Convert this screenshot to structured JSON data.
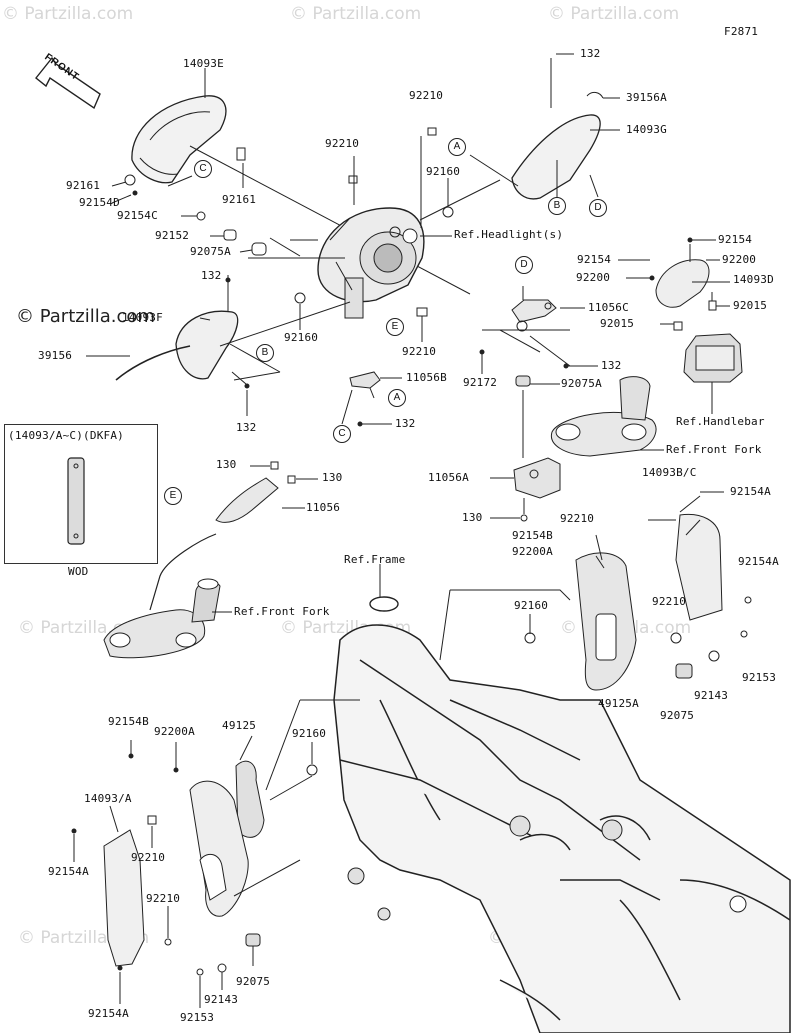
{
  "figure_code": "F2871",
  "front_label": "FRONT",
  "watermarks": [
    "© Partzilla.com"
  ],
  "inset": {
    "title": "(14093/A~C)(DKFA)",
    "caption": "WOD"
  },
  "callouts": [
    "A",
    "B",
    "C",
    "D",
    "E"
  ],
  "labels": {
    "l132a": "132",
    "l39156A": "39156A",
    "l14093G": "14093G",
    "l14093E": "14093E",
    "l92210a": "92210",
    "l92210b": "92210",
    "l92160a": "92160",
    "l92161a": "92161",
    "l92154Da": "92154D",
    "l92161b": "92161",
    "l92154Ca": "92154C",
    "l92152": "92152",
    "l92075Aa": "92075A",
    "lRefHead": "Ref.Headlight(s)",
    "l92154a": "92154",
    "l92154b": "92154",
    "l92200a": "92200",
    "l92200b": "92200",
    "l14093D": "14093D",
    "l132b": "132",
    "l11056C": "11056C",
    "l92015a": "92015",
    "l92015b": "92015",
    "l14093F": "14093F",
    "l39156": "39156",
    "l92160b": "92160",
    "l92210c": "92210",
    "l132c": "132",
    "l92172": "92172",
    "l92075Ab": "92075A",
    "lRefHandle": "Ref.Handlebar",
    "l11056B": "11056B",
    "l132d": "132",
    "l132e": "132",
    "lRefFork1": "Ref.Front Fork",
    "l130a": "130",
    "l130b": "130",
    "l11056": "11056",
    "l11056A": "11056A",
    "l14093BC": "14093B/C",
    "l92154Aa": "92154A",
    "l130c": "130",
    "l92210d": "92210",
    "l92154Ba": "92154B",
    "l92200Aa": "92200A",
    "lRefFork2": "Ref.Front Fork",
    "lRefFrame": "Ref.Frame",
    "l92160c": "92160",
    "l92154Ab": "92154A",
    "l92210e": "92210",
    "l92153a": "92153",
    "l92143a": "92143",
    "l92075a": "92075",
    "l49125A": "49125A",
    "l92154Bb": "92154B",
    "l92200Ab": "92200A",
    "l49125": "49125",
    "l92160d": "92160",
    "l14093A": "14093/A",
    "l92154Ac": "92154A",
    "l92210f": "92210",
    "l92210g": "92210",
    "l92075b": "92075",
    "l92143b": "92143",
    "l92153b": "92153",
    "l92154Ad": "92154A"
  }
}
